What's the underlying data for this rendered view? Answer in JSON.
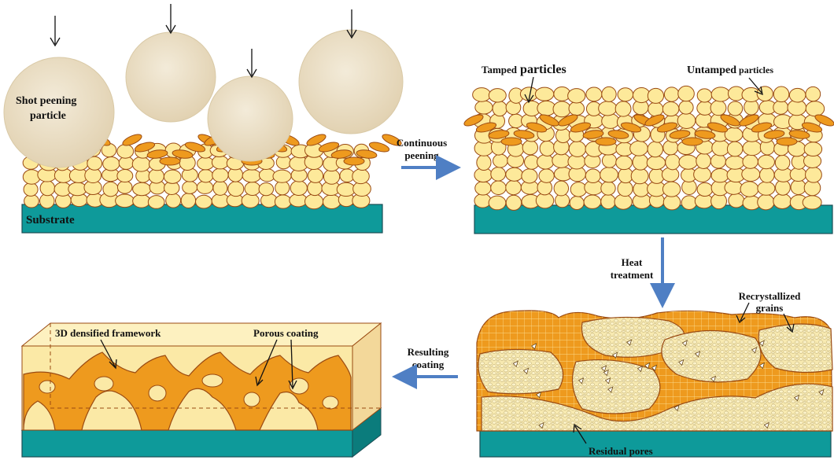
{
  "panel1": {
    "shot_label_line1": "Shot peening",
    "shot_label_line2": "particle",
    "substrate_label": "Substrate"
  },
  "panel2": {
    "tamped_label_a": "Tamped",
    "tamped_label_b": "particles",
    "untamped_label_a": "Untamped",
    "untamped_label_b": "particles"
  },
  "panel3": {
    "recrystallized_line1": "Recrystallized",
    "recrystallized_line2": "grains",
    "residual_pores": "Residual pores"
  },
  "panel4": {
    "framework_label": "3D densified framework",
    "porous_label": "Porous coating"
  },
  "steps": {
    "continuous_line1": "Continuous",
    "continuous_line2": "peening",
    "heat_line1": "Heat",
    "heat_line2": "treatment",
    "resulting_line1": "Resulting",
    "resulting_line2": "coating"
  },
  "colors": {
    "substrate": "#0e9a9a",
    "particle_fill": "#fde99a",
    "particle_stroke": "#9a4a12",
    "tamped_fill": "#ee9a1e",
    "shot_fill": "#ece0c8",
    "arrow": "#4f7fc4",
    "box_fill": "#fbe9a6"
  }
}
